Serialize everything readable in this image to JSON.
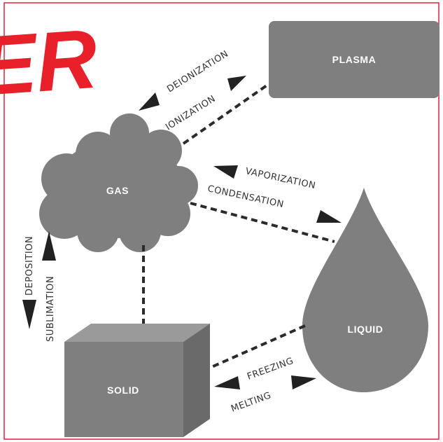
{
  "title_fragment": "ER",
  "colors": {
    "shape": "#7f7f7f",
    "accent": "#e8202a",
    "border": "#e0213a"
  },
  "states": {
    "plasma": "PLASMA",
    "gas": "GAS",
    "liquid": "LIQUID",
    "solid": "SOLID"
  },
  "transitions": {
    "deionization": "DEIONIZATION",
    "ionization": "IONIZATION",
    "vaporization": "VAPORIZATION",
    "condensation": "CONDENSATION",
    "deposition": "DEPOSITION",
    "sublimation": "SUBLIMATION",
    "freezing": "FREEZING",
    "melting": "MELTING"
  }
}
